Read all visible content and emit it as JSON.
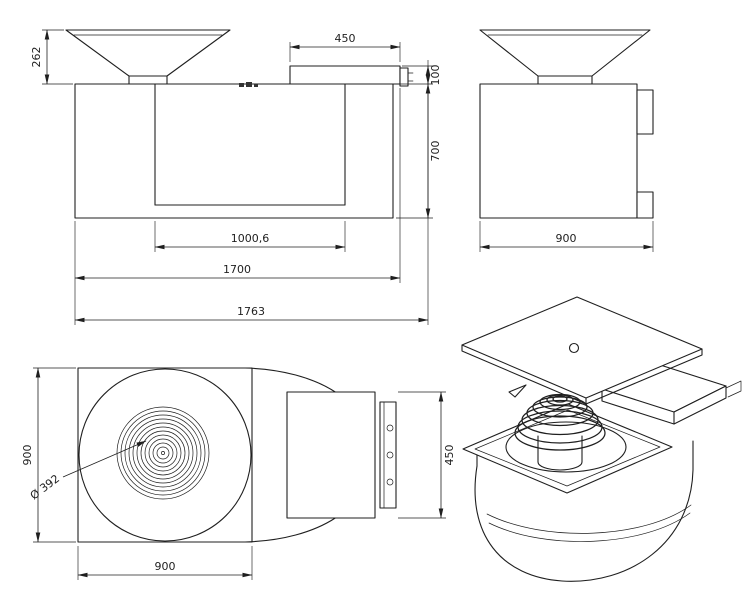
{
  "drawing": {
    "front_view": {
      "dim_bowl_height": "262",
      "dim_side_shelf_width": "450",
      "dim_top_section_height": "100",
      "dim_body_height": "700",
      "dim_inner_cabinet_width": "1000,6",
      "dim_body_width": "1700",
      "dim_overall_width": "1763"
    },
    "side_view": {
      "dim_body_depth": "900"
    },
    "top_view": {
      "dim_overall_depth": "900",
      "dim_side_shelf_depth": "450",
      "dim_body_width": "900",
      "dim_grate_diameter": "Ø 392"
    },
    "colors": {
      "line": "#1f1f1f",
      "background": "#ffffff"
    }
  }
}
